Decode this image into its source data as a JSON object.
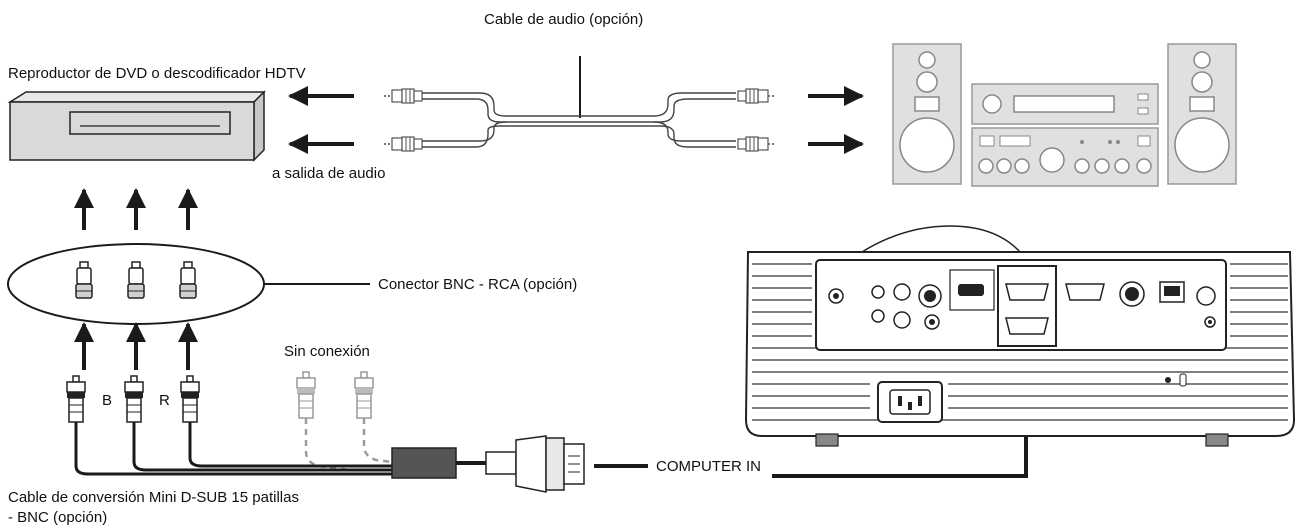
{
  "labels": {
    "audio_cable": "Cable de audio (opción)",
    "dvd_player": "Reproductor de DVD o descodificador HDTV",
    "audio_out": "a salida de audio",
    "bnc_rca": "Conector BNC - RCA (opción)",
    "no_connection": "Sin conexión",
    "b": "B",
    "r": "R",
    "computer_in": "COMPUTER IN",
    "conversion_cable_line1": "Cable de conversión Mini D-SUB 15 patillas",
    "conversion_cable_line2": "- BNC (opción)"
  },
  "colors": {
    "device_fill": "#d9d9d9",
    "line": "#1a1a1a",
    "speaker_fill": "#e0e0e0",
    "dashed": "#9a9a9a"
  }
}
